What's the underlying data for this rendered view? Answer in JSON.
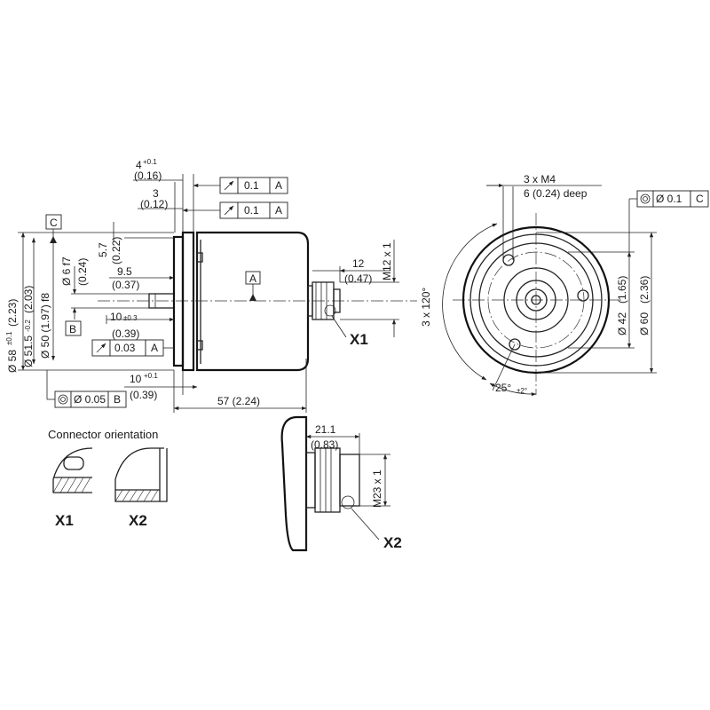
{
  "side_view": {
    "dim_4": "4",
    "dim_4_tol": "+0.1",
    "dim_4_in": "(0.16)",
    "dim_3": "3",
    "dim_3_in": "(0.12)",
    "runout_1_value": "0.1",
    "runout_1_ref": "A",
    "runout_2_value": "0.1",
    "runout_2_ref": "A",
    "datum_c": "C",
    "datum_a": "A",
    "datum_b": "B",
    "dim_58": "Ø 58",
    "dim_58_tol": "±0.1",
    "dim_58_in": "(2.23)",
    "dim_515": "Ø 51.5",
    "dim_515_tol": "-0.2",
    "dim_515_in": "(2.03)",
    "dim_50": "Ø 50 (1.97) f8",
    "dim_6": "Ø 6 f7",
    "dim_6_in": "(0.24)",
    "dim_57": "5.7",
    "dim_57_in": "(0.22)",
    "dim_95": "9.5",
    "dim_95_in": "(0.37)",
    "dim_10a": "10",
    "dim_10a_tol": "±0.3",
    "dim_10a_in": "(0.39)",
    "runout_3_value": "0.03",
    "runout_3_ref": "A",
    "dim_10b": "10",
    "dim_10b_tol": "+0.1",
    "dim_10b_in": "(0.39)",
    "concentric_1_value": "Ø 0.05",
    "concentric_1_ref": "B",
    "dim_57_total": "57 (2.24)",
    "dim_12": "12",
    "dim_12_in": "(0.47)",
    "thread_m12": "M12 x 1",
    "label_x1": "X1"
  },
  "front_view": {
    "bolt_holes": "3 x M4",
    "bolt_depth": "6 (0.24) deep",
    "concentric_2_value": "Ø 0.1",
    "concentric_2_ref": "C",
    "angle_120": "3 x 120°",
    "angle_25": "25°",
    "angle_25_tol": "±2°",
    "dim_42": "Ø 42",
    "dim_42_in": "(1.65)",
    "dim_60": "Ø 60",
    "dim_60_in": "(2.36)"
  },
  "connector_orientation": {
    "title": "Connector orientation",
    "label_x1": "X1",
    "label_x2": "X2"
  },
  "detail_x2": {
    "dim_211": "21.1",
    "dim_211_in": "(0.83)",
    "thread_m23": "M23 x 1",
    "label_x2": "X2"
  }
}
